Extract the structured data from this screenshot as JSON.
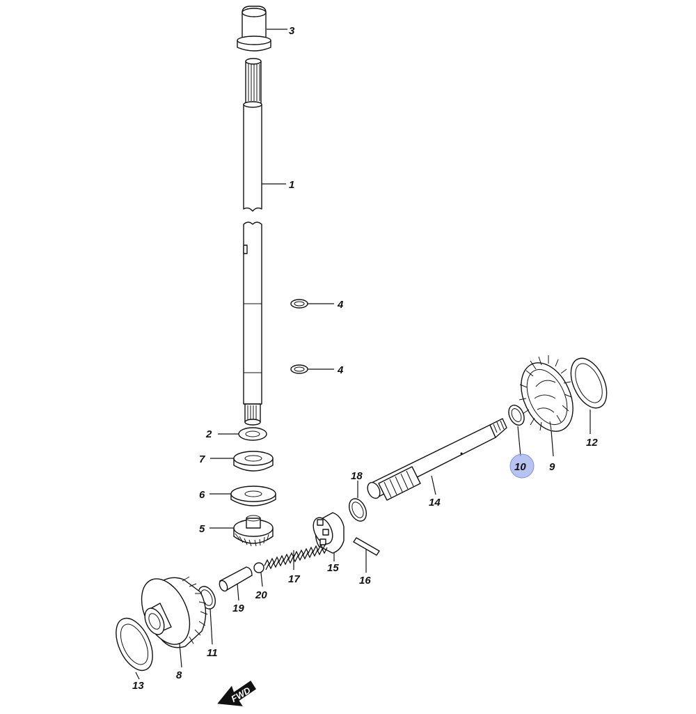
{
  "diagram": {
    "callouts": [
      {
        "id": "3",
        "label": "3"
      },
      {
        "id": "1",
        "label": "1"
      },
      {
        "id": "4a",
        "label": "4"
      },
      {
        "id": "4b",
        "label": "4"
      },
      {
        "id": "2",
        "label": "2"
      },
      {
        "id": "7",
        "label": "7"
      },
      {
        "id": "6",
        "label": "6"
      },
      {
        "id": "5",
        "label": "5"
      },
      {
        "id": "18",
        "label": "18"
      },
      {
        "id": "14",
        "label": "14"
      },
      {
        "id": "10",
        "label": "10",
        "highlighted": true
      },
      {
        "id": "9",
        "label": "9"
      },
      {
        "id": "12",
        "label": "12"
      },
      {
        "id": "15",
        "label": "15"
      },
      {
        "id": "16",
        "label": "16"
      },
      {
        "id": "17",
        "label": "17"
      },
      {
        "id": "20",
        "label": "20"
      },
      {
        "id": "19",
        "label": "19"
      },
      {
        "id": "11",
        "label": "11"
      },
      {
        "id": "8",
        "label": "8"
      },
      {
        "id": "13",
        "label": "13"
      }
    ],
    "direction_marker": {
      "label": "FWD"
    },
    "highlight_color": "#9fb0ec"
  }
}
